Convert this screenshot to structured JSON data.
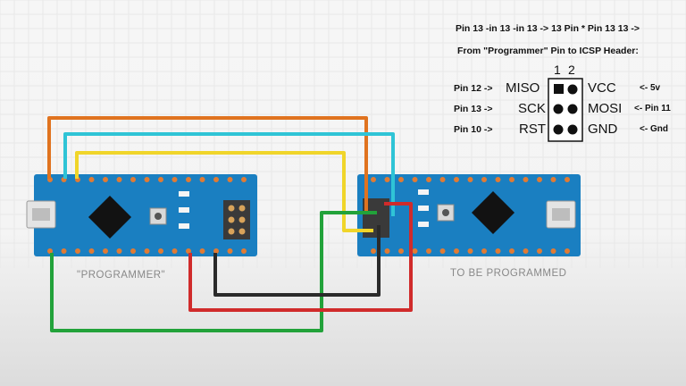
{
  "pin_header_line": "Pin 13 -in 13 -in 13 -> 13    Pin *    Pin 13  13 ->",
  "icsp": {
    "title": "From \"Programmer\" Pin to ICSP Header:",
    "col_1": "1",
    "col_2": "2",
    "rows": [
      {
        "pin": "Pin 12 ->",
        "left_signal": "MISO",
        "right_signal": "VCC",
        "note": "<- 5v"
      },
      {
        "pin": "Pin 13 ->",
        "left_signal": "SCK",
        "right_signal": "MOSI",
        "note": "<- Pin 11"
      },
      {
        "pin": "Pin 10 ->",
        "left_signal": "RST",
        "right_signal": "GND",
        "note": "<- Gnd"
      }
    ]
  },
  "boards": {
    "programmer_label": "\"PROGRAMMER\"",
    "target_label": "TO BE PROGRAMMED"
  },
  "wires": [
    {
      "name": "wire-orange",
      "color": "#e0731f"
    },
    {
      "name": "wire-cyan",
      "color": "#2fc4d6"
    },
    {
      "name": "wire-yellow",
      "color": "#f0d52a"
    },
    {
      "name": "wire-green",
      "color": "#22a23a"
    },
    {
      "name": "wire-red",
      "color": "#d02b2b"
    },
    {
      "name": "wire-black",
      "color": "#2a2a2a"
    }
  ],
  "colors": {
    "board": "#1a7fc1",
    "pin": "#e07b34",
    "chip": "#121212"
  }
}
